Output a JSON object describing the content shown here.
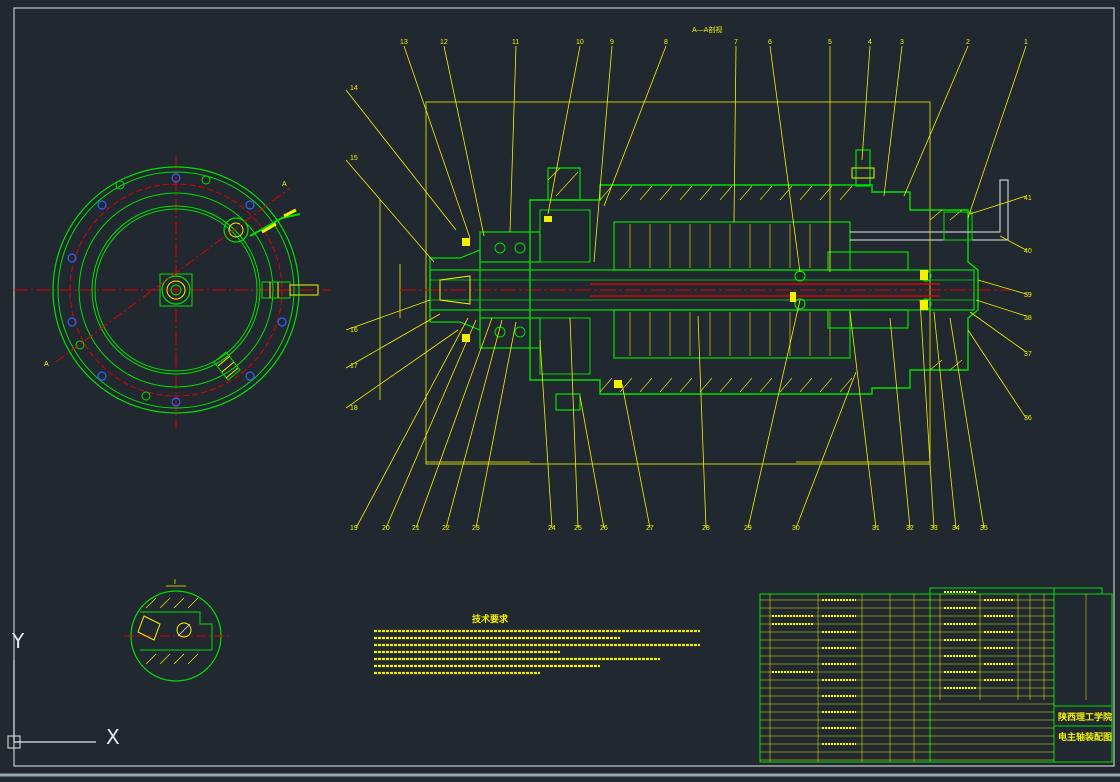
{
  "section_title": "A—A剖视",
  "balloon_labels": [
    "13",
    "12",
    "11",
    "10",
    "9",
    "8",
    "7",
    "6",
    "5",
    "4",
    "3",
    "2",
    "1",
    "14",
    "15",
    "16",
    "17",
    "18",
    "19",
    "20",
    "21",
    "22",
    "23",
    "24",
    "25",
    "26",
    "27",
    "28",
    "29",
    "30",
    "31",
    "32",
    "33",
    "34",
    "35",
    "36",
    "37",
    "38",
    "39",
    "40",
    "41"
  ],
  "tech_title": "技术要求",
  "school": "陕西理工学院",
  "drawing_name": "电主轴装配图",
  "view_label_a": "A",
  "detail_label": "I",
  "ucs": {
    "x": "X",
    "y": "Y"
  },
  "colors": {
    "bg": "#212830",
    "green": "#00e000",
    "yellow": "#f2f200",
    "red": "#e00000",
    "blue": "#3060ff",
    "white": "#e8e8e8"
  }
}
